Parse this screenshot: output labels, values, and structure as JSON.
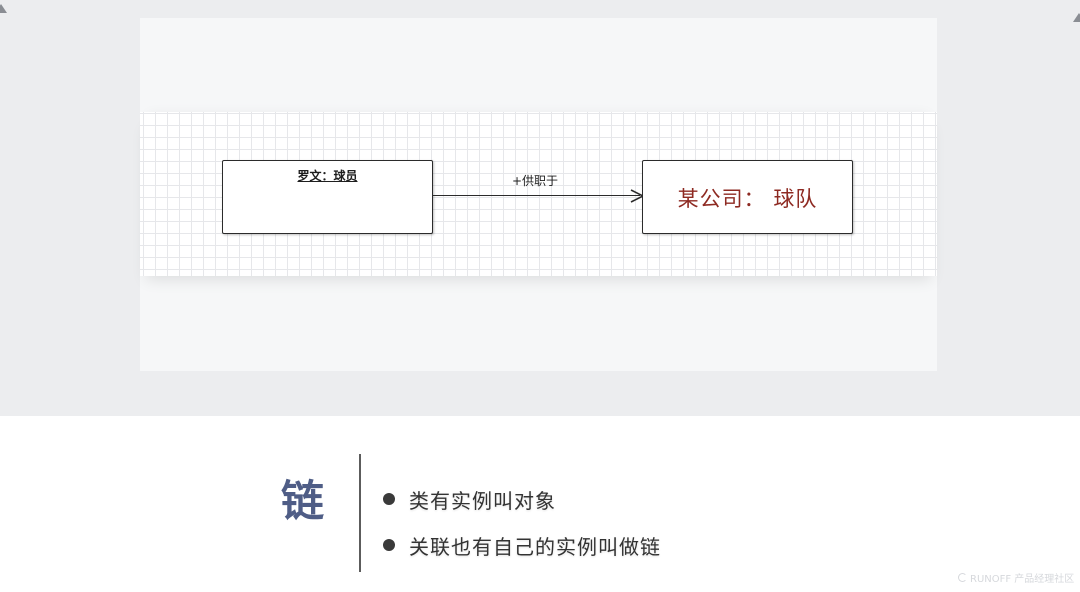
{
  "diagram": {
    "type": "uml-object-diagram",
    "objects": [
      {
        "id": "player",
        "label": "罗文：球员",
        "style": "underlined-bold"
      },
      {
        "id": "team",
        "label": "某公司： 球队",
        "color": "#8e2a22"
      }
    ],
    "links": [
      {
        "from": "player",
        "to": "team",
        "label": "+供职于",
        "arrow": "open"
      }
    ]
  },
  "caption": {
    "term": "链",
    "term_color": "#4f5d86",
    "bullets": [
      {
        "text": "类有实例叫对象"
      },
      {
        "text": "关联也有自己的实例叫做链"
      }
    ]
  },
  "watermark": {
    "text": "RUNOFF 产品经理社区"
  }
}
